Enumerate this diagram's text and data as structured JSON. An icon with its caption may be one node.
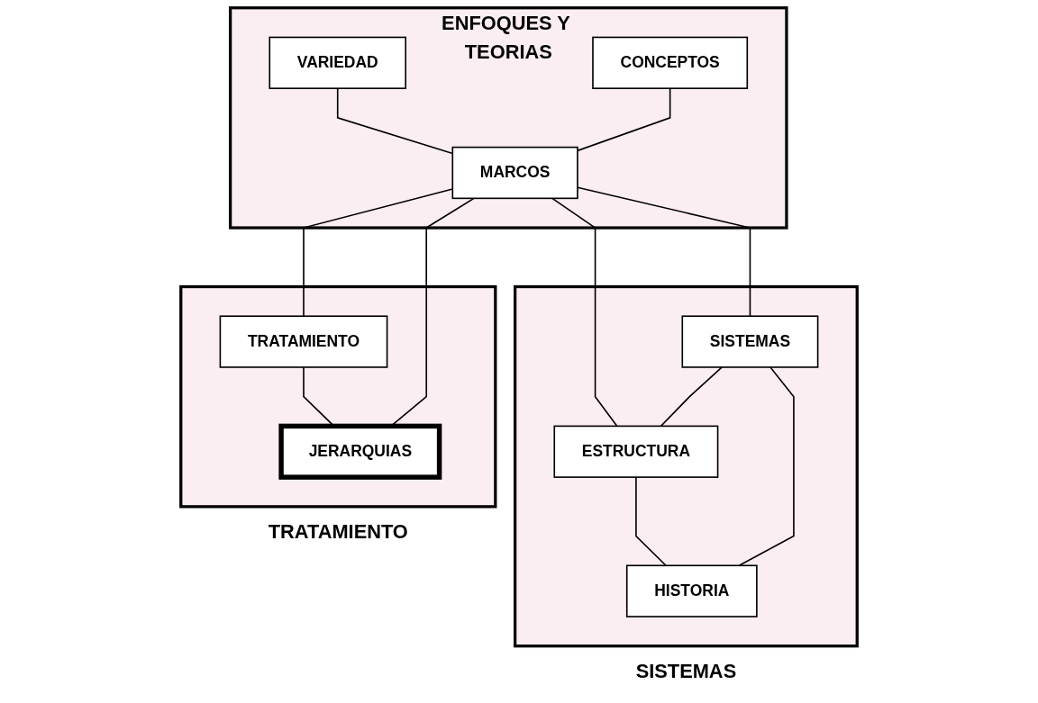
{
  "diagram": {
    "nodes": [
      {
        "text": [
          "ENFOQUES Y TEORIAS"
        ]
      },
      {
        "text": [
          "VARIEDAD"
        ],
        "in": 0
      },
      {
        "text": [
          "CONCEPTOS"
        ],
        "in": 0
      },
      {
        "text": [
          "MARCOS"
        ],
        "in": 0
      },
      {
        "text": [
          "TRATAMIENTO"
        ]
      },
      {
        "text": [
          "TRATAMIENTO"
        ],
        "in": 4
      },
      {
        "text": [
          "JERARQUIAS"
        ],
        "in": 4
      },
      {
        "text": [
          "SISTEMAS"
        ]
      },
      {
        "text": [
          "SISTEMAS"
        ],
        "in": 7
      },
      {
        "text": [
          "ESTRUCTURA"
        ],
        "in": 7
      },
      {
        "text": [
          "HISTORIA"
        ],
        "in": 7
      }
    ],
    "edges": [
      {
        "from": 1,
        "to": 3,
        "arrow": "none"
      },
      {
        "from": 2,
        "to": 3,
        "arrow": "none"
      },
      {
        "from": 3,
        "to": 5,
        "arrow": "none"
      },
      {
        "from": 3,
        "to": 6,
        "arrow": "none"
      },
      {
        "from": 3,
        "to": 9,
        "arrow": "none"
      },
      {
        "from": 3,
        "to": 8,
        "arrow": "none"
      },
      {
        "from": 5,
        "to": 6,
        "arrow": "none"
      },
      {
        "from": 8,
        "to": 9,
        "arrow": "none"
      },
      {
        "from": 8,
        "to": 10,
        "arrow": "none"
      },
      {
        "from": 9,
        "to": 10,
        "arrow": "none"
      }
    ]
  }
}
